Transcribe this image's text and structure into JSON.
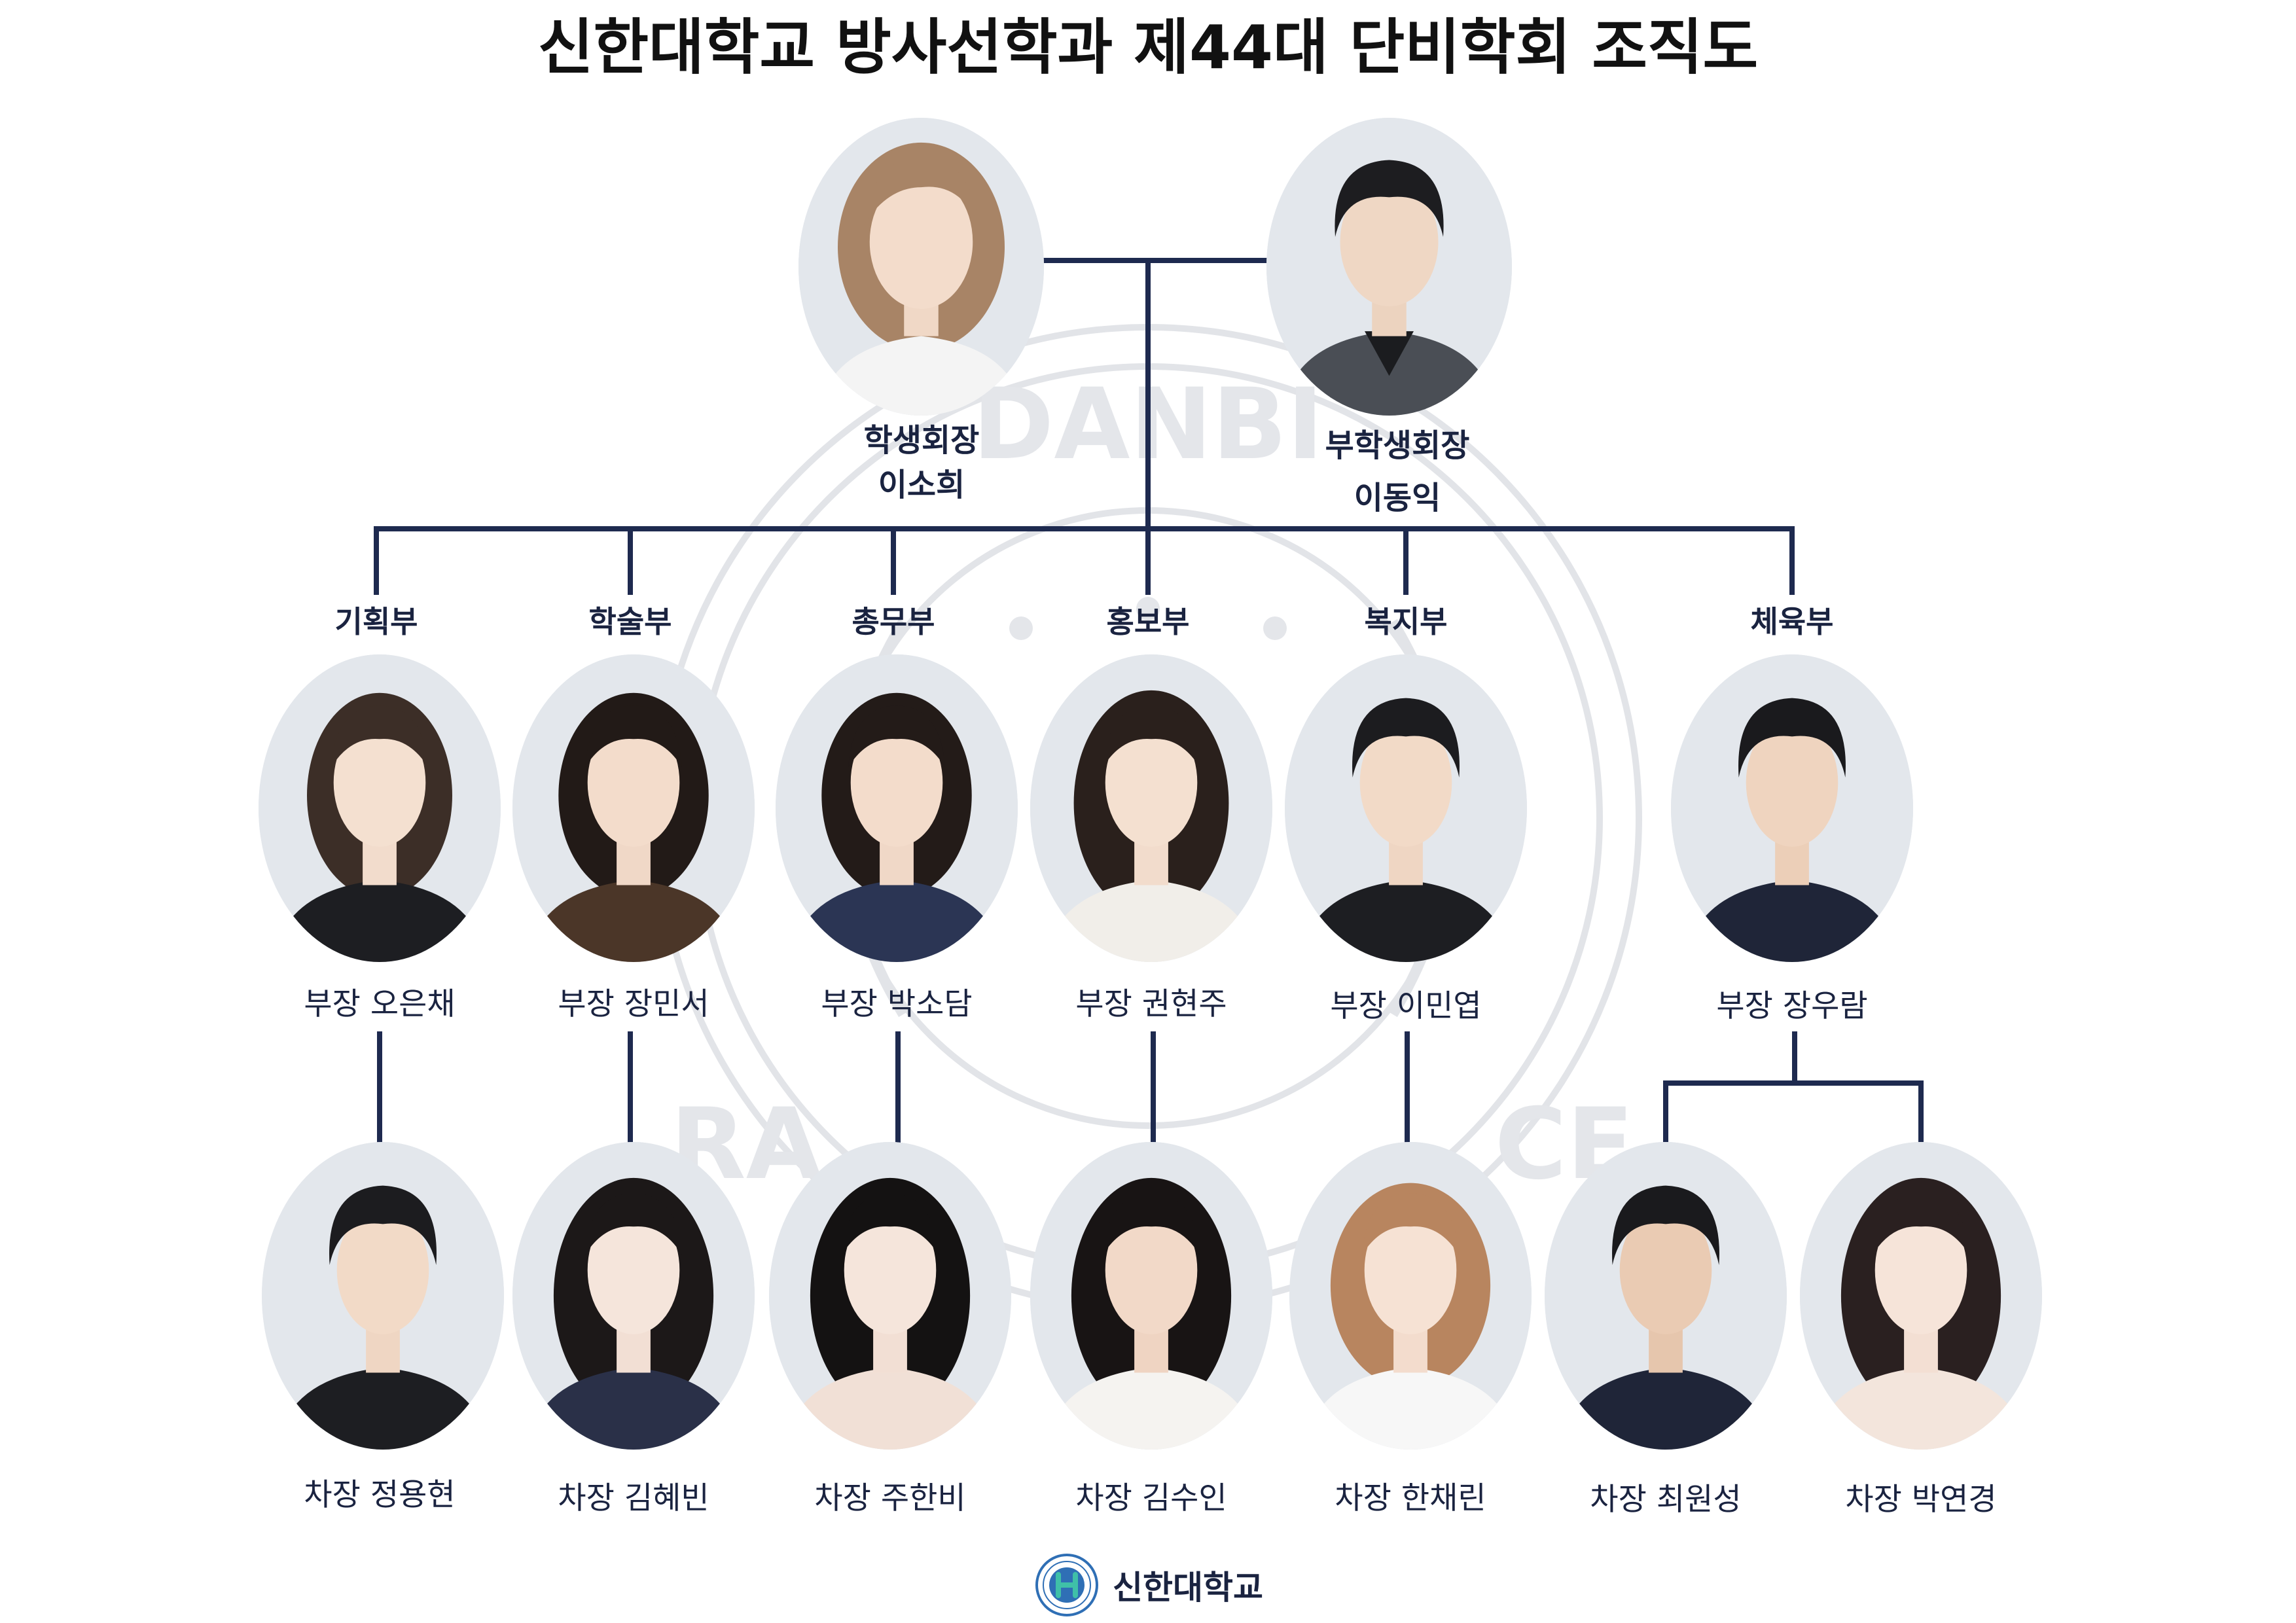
{
  "title": "신한대학교 방사선학과 제44대 단비학회 조직도",
  "colors": {
    "line": "#1e2a4f",
    "text": "#1a2340",
    "photo_bg": "#e3e7ec",
    "watermark": "#d9dbe0"
  },
  "watermark_text": {
    "top": "DANBI",
    "left": "RA",
    "right": "CE"
  },
  "leaders": [
    {
      "role": "학생회장",
      "name": "이소희"
    },
    {
      "role": "부학생회장",
      "name": "이동익"
    }
  ],
  "departments": [
    {
      "name": "기획부",
      "head": "부장 오은채",
      "deputies": [
        "차장 정용현"
      ]
    },
    {
      "name": "학술부",
      "head": "부장 장민서",
      "deputies": [
        "차장 김혜빈"
      ]
    },
    {
      "name": "총무부",
      "head": "부장 박소담",
      "deputies": [
        "차장 주한비"
      ]
    },
    {
      "name": "홍보부",
      "head": "부장 권현주",
      "deputies": [
        "차장 김수인"
      ]
    },
    {
      "name": "복지부",
      "head": "부장 이민엽",
      "deputies": [
        "차장 한채린"
      ]
    },
    {
      "name": "체육부",
      "head": "부장 장우람",
      "deputies": [
        "차장 최원성",
        "차장 박연경"
      ]
    }
  ],
  "footer": {
    "logo_text": "신한대학교",
    "logo_icon": "university-emblem-icon"
  }
}
